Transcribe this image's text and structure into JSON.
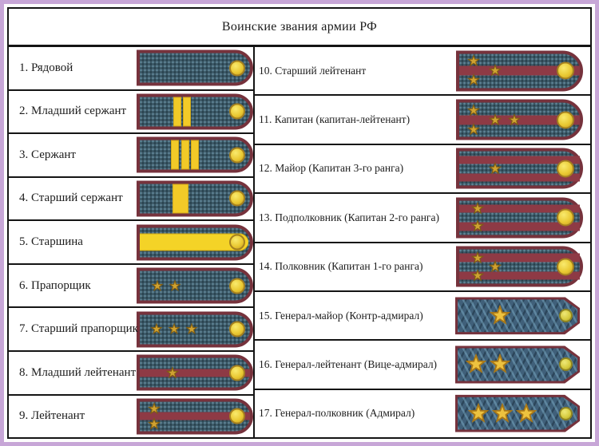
{
  "title": "Воинские звания армии РФ",
  "colors": {
    "frame": "#c7a6d7",
    "table_line": "#141414",
    "epaulette_field": "#3b5765",
    "epaulette_border": "#76323c",
    "sergeant_stripe": "#f2ca28",
    "officer_stripe": "#8e3a45",
    "star_gold": "#cfa231",
    "general_star_gold": "#edc23f",
    "button_gold": "#e9c831"
  },
  "left_rows": [
    {
      "label": "1. Рядовой",
      "insignia": {
        "kind": "soldier",
        "vstripes": [],
        "stars": []
      }
    },
    {
      "label": "2. Младший сержант",
      "insignia": {
        "kind": "soldier",
        "vstripes": [
          {
            "x": 34,
            "w": 10
          },
          {
            "x": 43,
            "w": 10
          }
        ],
        "stars": []
      }
    },
    {
      "label": "3. Сержант",
      "insignia": {
        "kind": "soldier",
        "vstripes": [
          {
            "x": 32,
            "w": 10
          },
          {
            "x": 41,
            "w": 10
          },
          {
            "x": 50,
            "w": 10
          }
        ],
        "stars": []
      }
    },
    {
      "label": "4. Старший сержант",
      "insignia": {
        "kind": "soldier",
        "vstripes": [
          {
            "x": 37,
            "w": 20
          }
        ],
        "stars": []
      }
    },
    {
      "label": "5. Старшина",
      "insignia": {
        "kind": "soldier",
        "hband": true,
        "stars": []
      }
    },
    {
      "label": "6. Прапорщик",
      "insignia": {
        "kind": "soldier",
        "star_size": 15,
        "stars": [
          {
            "x": 16,
            "y": 50
          },
          {
            "x": 32,
            "y": 50
          }
        ]
      }
    },
    {
      "label": "7. Старший прапорщик",
      "insignia": {
        "kind": "soldier",
        "star_size": 15,
        "stars": [
          {
            "x": 15,
            "y": 50
          },
          {
            "x": 31,
            "y": 50
          },
          {
            "x": 47,
            "y": 50
          }
        ]
      }
    },
    {
      "label": "8. Младший лейтенант",
      "insignia": {
        "kind": "officer1",
        "star_size": 16,
        "stars": [
          {
            "x": 30,
            "y": 50
          }
        ]
      }
    },
    {
      "label": "9. Лейтенант",
      "insignia": {
        "kind": "officer1",
        "star_size": 16,
        "stars": [
          {
            "x": 13,
            "y": 24
          },
          {
            "x": 13,
            "y": 76
          }
        ]
      }
    }
  ],
  "right_rows": [
    {
      "label": "10. Старший лейтенант",
      "insignia": {
        "kind": "officer1",
        "star_size": 16,
        "stars": [
          {
            "x": 12,
            "y": 22
          },
          {
            "x": 12,
            "y": 78
          },
          {
            "x": 30,
            "y": 50
          }
        ]
      }
    },
    {
      "label": "11. Капитан (капитан-лейтенант)",
      "insignia": {
        "kind": "officer1",
        "star_size": 16,
        "stars": [
          {
            "x": 12,
            "y": 22
          },
          {
            "x": 12,
            "y": 78
          },
          {
            "x": 30,
            "y": 50
          },
          {
            "x": 46,
            "y": 50
          }
        ]
      }
    },
    {
      "label": "12. Майор (Капитан 3-го ранга)",
      "insignia": {
        "kind": "officer2",
        "star_size": 16,
        "stars": [
          {
            "x": 30,
            "y": 50
          }
        ]
      }
    },
    {
      "label": "13. Подполковник (Капитан 2-го ранга)",
      "insignia": {
        "kind": "officer2",
        "star_size": 16,
        "stars": [
          {
            "x": 15,
            "y": 24
          },
          {
            "x": 15,
            "y": 76
          }
        ]
      }
    },
    {
      "label": "14. Полковник (Капитан 1-го ранга)",
      "insignia": {
        "kind": "officer2",
        "star_size": 16,
        "stars": [
          {
            "x": 15,
            "y": 24
          },
          {
            "x": 15,
            "y": 76
          },
          {
            "x": 30,
            "y": 50
          }
        ]
      }
    },
    {
      "label": "15. Генерал-майор (Контр-адмирал)",
      "insignia": {
        "kind": "general",
        "star_size": 26,
        "stars": [
          {
            "x": 35,
            "y": 50
          }
        ]
      }
    },
    {
      "label": "16. Генерал-лейтенант (Вице-адмирал)",
      "insignia": {
        "kind": "general",
        "star_size": 26,
        "stars": [
          {
            "x": 15,
            "y": 50
          },
          {
            "x": 35,
            "y": 50
          }
        ]
      }
    },
    {
      "label": "17. Генерал-полковник (Адмирал)",
      "insignia": {
        "kind": "general",
        "star_size": 26,
        "stars": [
          {
            "x": 17,
            "y": 50
          },
          {
            "x": 37,
            "y": 50
          },
          {
            "x": 57,
            "y": 50
          }
        ]
      }
    }
  ]
}
